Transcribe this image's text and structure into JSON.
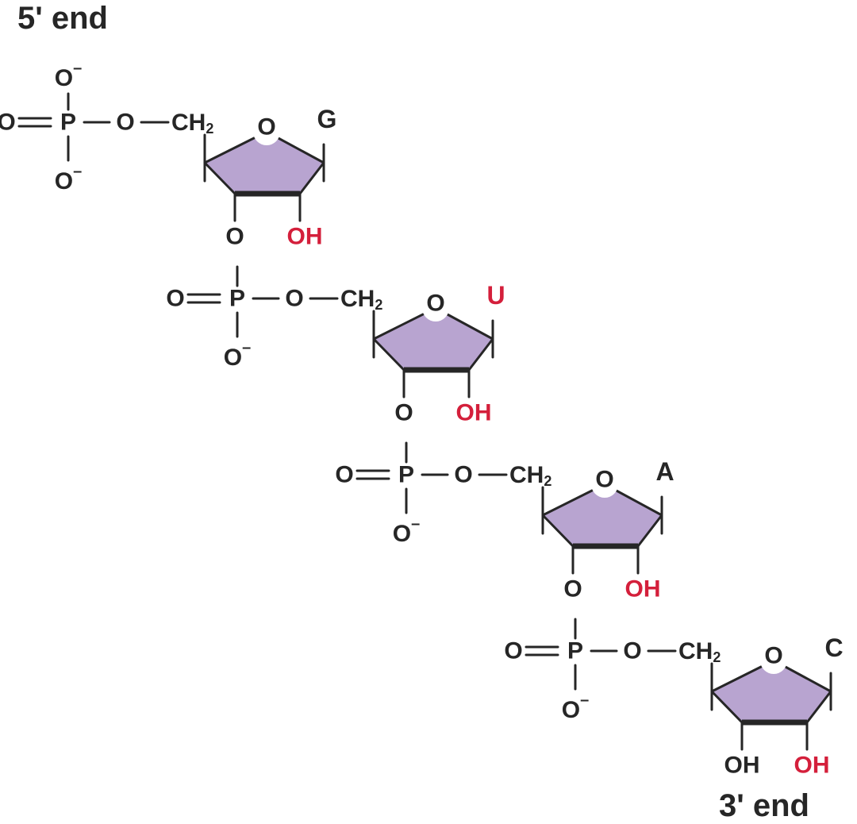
{
  "labels": {
    "five_prime_end": "5' end",
    "three_prime_end": "3' end"
  },
  "atoms": {
    "oxygen": "O",
    "phosphorus": "P",
    "methylene_c": "CH",
    "methylene_sub": "2",
    "negative_charge": "–",
    "hydroxyl": "OH"
  },
  "nucleotides": [
    {
      "base": "G",
      "base_color": "#262626"
    },
    {
      "base": "U",
      "base_color": "#d41f3b"
    },
    {
      "base": "A",
      "base_color": "#262626"
    },
    {
      "base": "C",
      "base_color": "#262626"
    }
  ],
  "colors": {
    "sugar_fill": "#b8a4d0",
    "bond": "#262626",
    "highlight_red": "#d41f3b"
  }
}
